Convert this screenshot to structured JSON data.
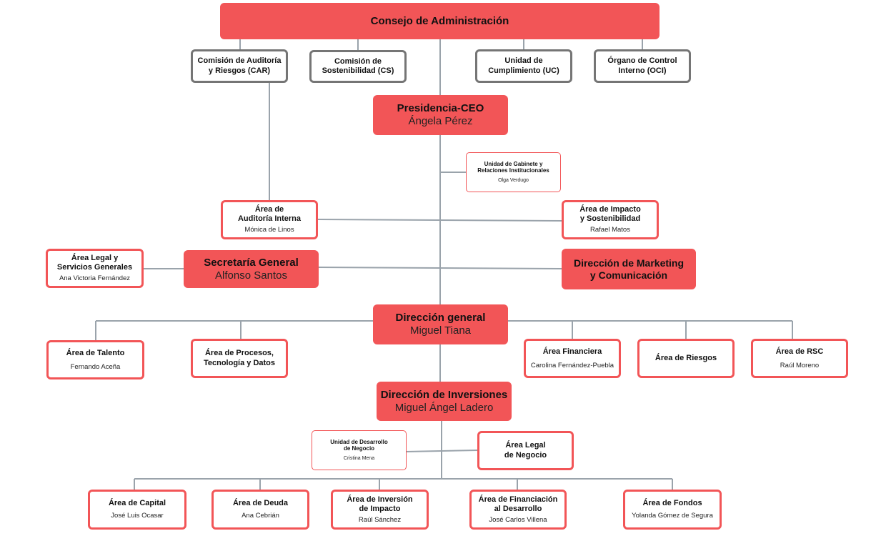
{
  "nodes": {
    "board": {
      "title": "Consejo de Administración"
    },
    "car": {
      "title": "Comisión de Auditoría\ny Riesgos (CAR)"
    },
    "cs": {
      "title": "Comisión de\nSostenibilidad (CS)"
    },
    "uc": {
      "title": "Unidad de\nCumplimiento (UC)"
    },
    "oci": {
      "title": "Órgano de Control\nInterno (OCI)"
    },
    "ceo": {
      "title": "Presidencia-CEO",
      "person": "Ángela Pérez"
    },
    "gabinete": {
      "title": "Unidad de Gabinete y\nRelaciones Institucionales",
      "person": "Olga Verdugo"
    },
    "auditoria": {
      "title": "Área de\nAuditoría Interna",
      "person": "Mónica de Linos"
    },
    "impacto_sost": {
      "title": "Área de Impacto\ny Sostenibilidad",
      "person": "Rafael Matos"
    },
    "legal_sg": {
      "title": "Área Legal y\nServicios Generales",
      "person": "Ana Victoria Fernández"
    },
    "secretaria": {
      "title": "Secretaría General",
      "person": "Alfonso Santos"
    },
    "marketing": {
      "title": "Dirección de Marketing\ny Comunicación"
    },
    "dg": {
      "title": "Dirección general",
      "person": "Miguel Tiana"
    },
    "talento": {
      "title": "Área de Talento",
      "person": "Fernando Aceña"
    },
    "procesos": {
      "title": "Área de Procesos,\nTecnología y Datos"
    },
    "financiera": {
      "title": "Área Financiera",
      "person": "Carolina Fernández-Puebla"
    },
    "riesgos": {
      "title": "Área de Riesgos"
    },
    "rsc": {
      "title": "Área de RSC",
      "person": "Raúl Moreno"
    },
    "inversiones": {
      "title": "Dirección de Inversiones",
      "person": "Miguel Ángel Ladero"
    },
    "desarrollo": {
      "title": "Unidad de Desarrollo\nde Negocio",
      "person": "Cristina Mena"
    },
    "legal_neg": {
      "title": "Área Legal\nde Negocio"
    },
    "capital": {
      "title": "Área de Capital",
      "person": "José Luis Ocasar"
    },
    "deuda": {
      "title": "Área de Deuda",
      "person": "Ana Cebrián"
    },
    "inv_impacto": {
      "title": "Área de Inversión\nde Impacto",
      "person": "Raúl Sánchez"
    },
    "financiacion": {
      "title": "Área de Financiación\nal Desarrollo",
      "person": "José Carlos Villena"
    },
    "fondos": {
      "title": "Área de Fondos",
      "person": "Yolanda Gómez de Segura"
    }
  },
  "colors": {
    "accent": "#f25557",
    "border_grey": "#757575",
    "line": "#9aa3ab"
  }
}
